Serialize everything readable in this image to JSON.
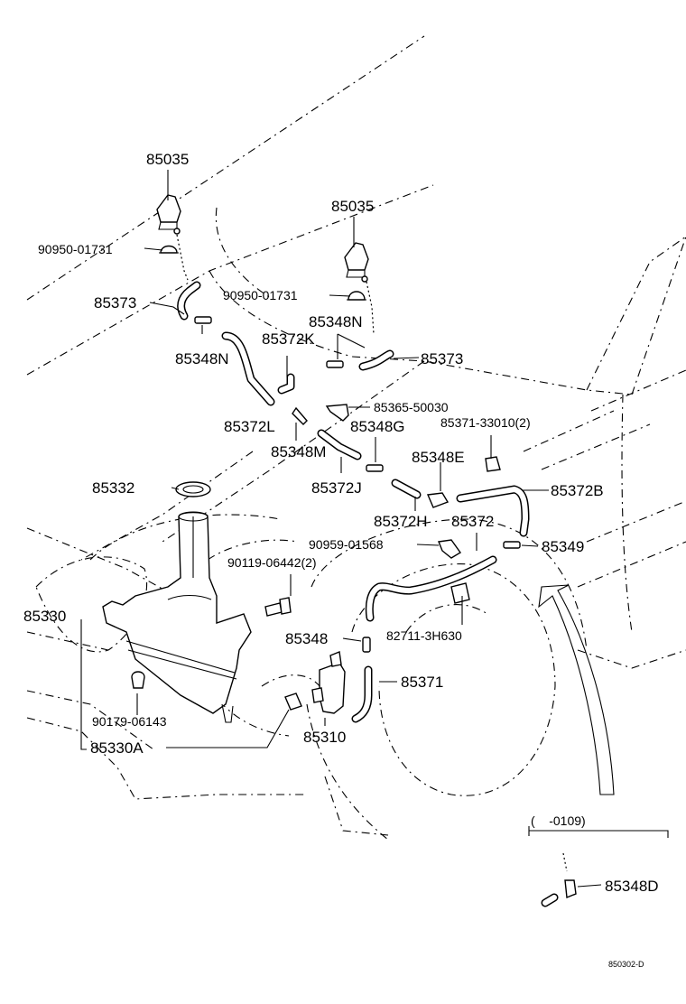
{
  "labels": {
    "p85035_a": "85035",
    "p85035_b": "85035",
    "p90950_01731_a": "90950-01731",
    "p90950_01731_b": "90950-01731",
    "p85373_a": "85373",
    "p85373_b": "85373",
    "p85348N_a": "85348N",
    "p85348N_b": "85348N",
    "p85372K": "85372K",
    "p85372L": "85372L",
    "p85365_50030": "85365-50030",
    "p85348G": "85348G",
    "p85371_33010": "85371-33010(2)",
    "p85348M": "85348M",
    "p85348E": "85348E",
    "p85332": "85332",
    "p85372J": "85372J",
    "p85372B": "85372B",
    "p85372H": "85372H",
    "p85372": "85372",
    "p90959_01568": "90959-01568",
    "p85349": "85349",
    "p90119_06442": "90119-06442(2)",
    "p85330": "85330",
    "p85348": "85348",
    "p82711_3H630": "82711-3H630",
    "p85371": "85371",
    "p90179_06143": "90179-06143",
    "p85310": "85310",
    "p85330A": "85330A",
    "p85348D": "85348D",
    "date_range": "(    -0109)",
    "drawing_code": "850302-D"
  }
}
